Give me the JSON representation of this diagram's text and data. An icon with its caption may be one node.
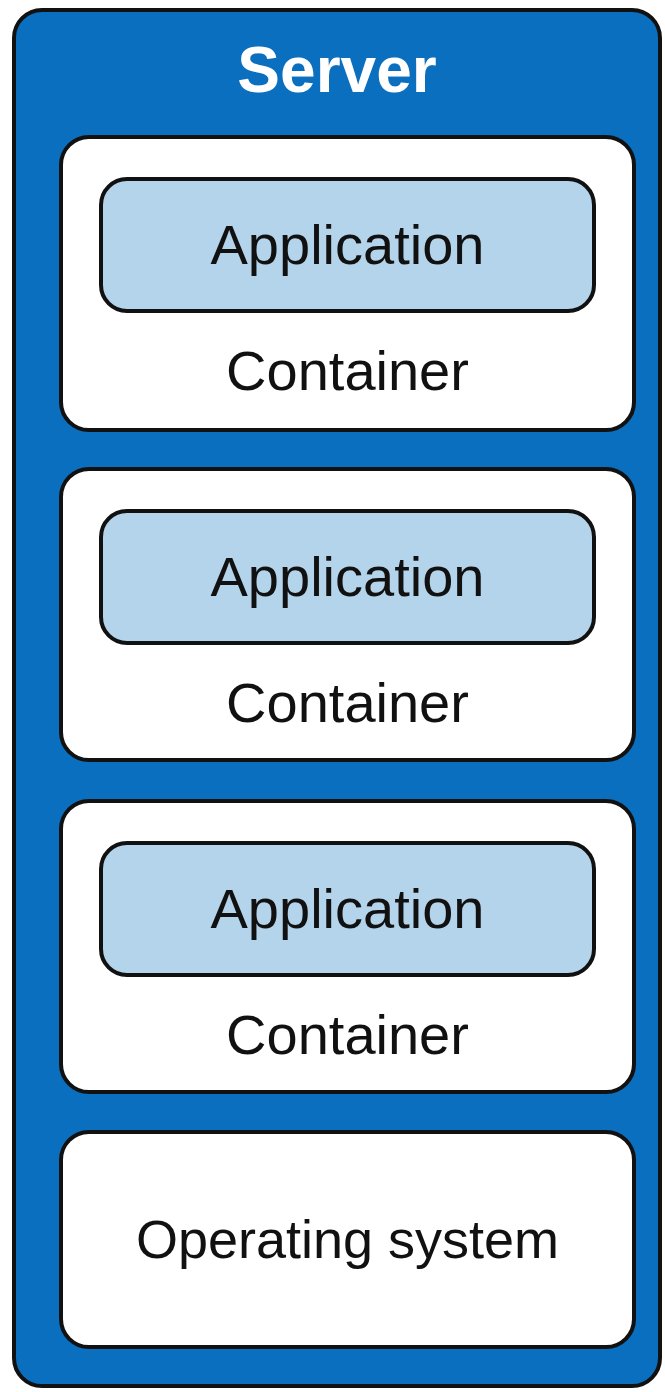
{
  "diagram": {
    "nodes": [
      {
        "text": [
          "Server"
        ]
      },
      {
        "text": [
          "Container"
        ],
        "in": 0
      },
      {
        "text": [
          "Application"
        ],
        "in": 1
      },
      {
        "text": [
          "Container"
        ],
        "in": 0
      },
      {
        "text": [
          "Application"
        ],
        "in": 3
      },
      {
        "text": [
          "Container"
        ],
        "in": 0
      },
      {
        "text": [
          "Application"
        ],
        "in": 5
      },
      {
        "text": [
          "Operating system"
        ],
        "in": 0
      }
    ]
  }
}
